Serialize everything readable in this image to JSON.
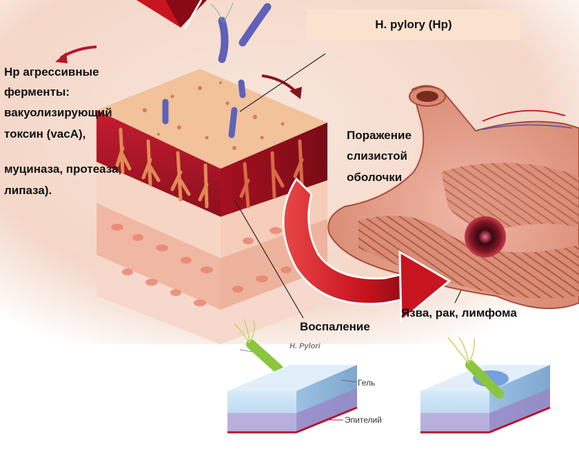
{
  "labels": {
    "hp_title": "H. pylory (Hp)",
    "enzymes": [
      "Hp агрессивные",
      "ферменты:",
      "вакуолизирующий",
      "токсин (vacA),",
      "",
      "муциназа, протеаза,",
      "липаза)."
    ],
    "mucosa_damage": [
      "Поражение",
      "слизистой",
      "оболочки"
    ],
    "inflammation": "Воспаление",
    "outcomes": "Язва, рак, лимфома",
    "hpylori_small": "H. Pylori",
    "gel": "Гель",
    "epithelium": "Эпителий"
  },
  "colors": {
    "background_warm": "#f6d9c7",
    "mucus_surface": "#f2c29b",
    "mucosa_red": "#b5162b",
    "arrow_red": "#c8141f",
    "bacteria_blue": "#6c6fc4",
    "bacteria_green": "#9bd640",
    "gel_blue": "#bfdcf3",
    "epithelium_purple": "#9b8fc4"
  }
}
